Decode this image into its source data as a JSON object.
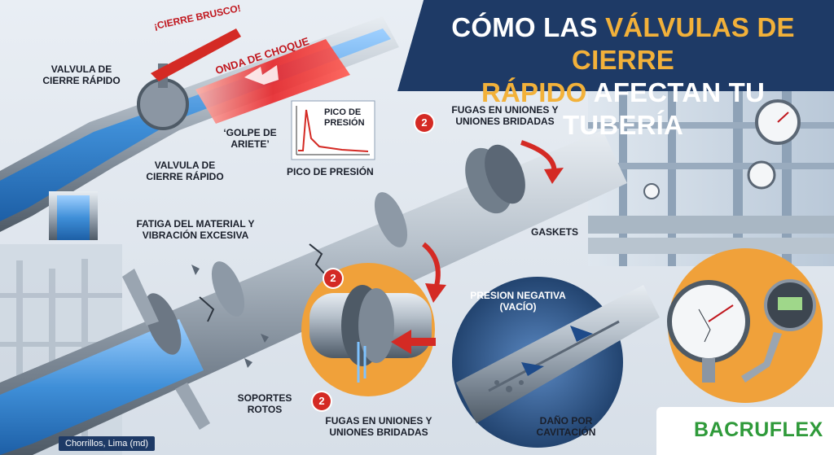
{
  "title": {
    "part1": "CÓMO LAS ",
    "part2": "VÁLVULAS DE CIERRE",
    "part3": "RÁPIDO",
    "part4": " AFECTAN TU TUBERÍA"
  },
  "labels": {
    "valve_top": "VALVULA DE CIERRE RÁPIDO",
    "cierre_brusco": "¡CIERRE BRUSCO!",
    "onda_choque": "ONDA DE CHOQUE",
    "golpe_ariete": "‘GOLPE DE ARIETE’",
    "valve_bottom": "VALVULA DE CIERRE RÁPIDO",
    "pico_presion_box": "PICO DE PRESIÓN",
    "pico_presion_caption": "PICO DE PRESIÓN",
    "fugas_top": "FUGAS EN UNIONES Y UNIONES BRIDADAS",
    "fatiga": "FATIGA DEL MATERIAL Y VIBRACIÓN EXCESIVA",
    "gaskets": "GASKETS",
    "presion_negativa": "PRESION NEGATIVA (VACÍO)",
    "soportes": "SOPORTES ROTOS",
    "fugas_bottom": "FUGAS EN UNIONES Y UNIONES BRIDADAS",
    "cavitacion": "DAÑO POR CAVITACIÓN",
    "badge_number": "2"
  },
  "location": "Chorrillos, Lima (md)",
  "brand": "BACRUFLEX",
  "colors": {
    "title_band": "#1e3a66",
    "title_highlight": "#f2b13a",
    "alert_red": "#d42a24",
    "water_blue": "#3f8fd8",
    "orange_circle": "#f0a13a",
    "brand_green": "#2f9a3a"
  }
}
